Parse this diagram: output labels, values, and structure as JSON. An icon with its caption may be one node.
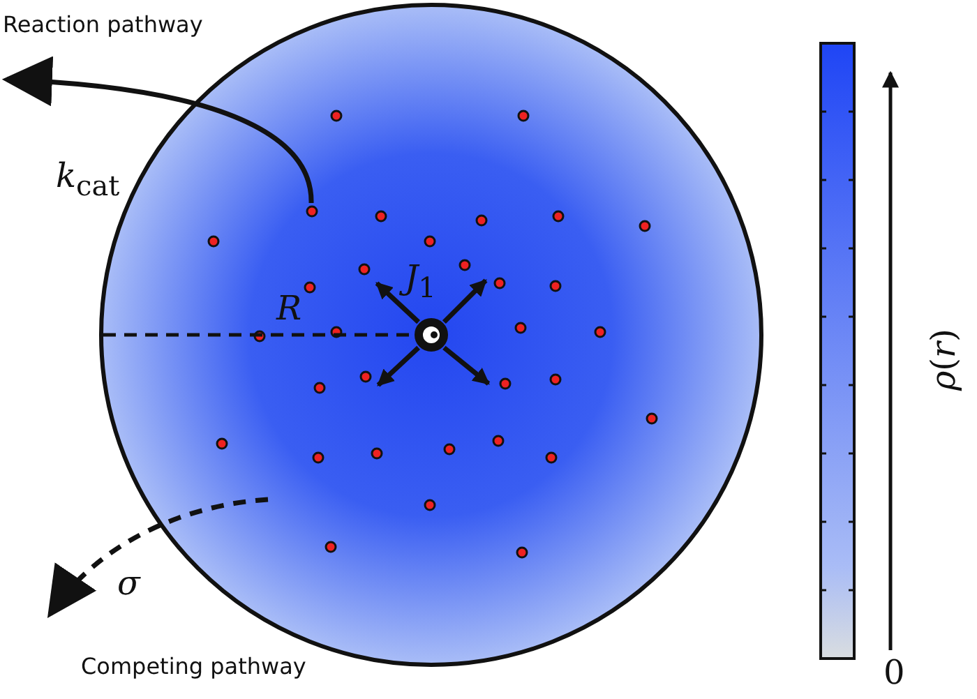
{
  "diagram": {
    "nodes": [
      {
        "text": [
          "Reaction pathway"
        ]
      },
      {
        "text": [
          "Competing pathway"
        ]
      },
      {
        "text": [],
        "shape": "circle"
      },
      {
        "text": [],
        "shape": "circle",
        "in": 2
      },
      {
        "text": [],
        "shape": "circle",
        "in": 2
      }
    ],
    "edges": [
      {
        "from": 3,
        "to": 0,
        "arrow": "to",
        "label": "*k*$_{cat}$"
      },
      {
        "from": null,
        "to": 1,
        "arrow": "to",
        "style": "dashed",
        "label": "*σ*"
      },
      {
        "from": 4,
        "to": null,
        "arrow": "to",
        "label": "*J*$_{1}$"
      },
      {
        "from": 4,
        "to": null,
        "arrow": "to"
      },
      {
        "from": 4,
        "to": null,
        "arrow": "to"
      },
      {
        "from": 4,
        "to": null,
        "arrow": "to"
      }
    ],
    "labels": [
      "*R*",
      "*ρ*(*r*)",
      "0"
    ]
  }
}
